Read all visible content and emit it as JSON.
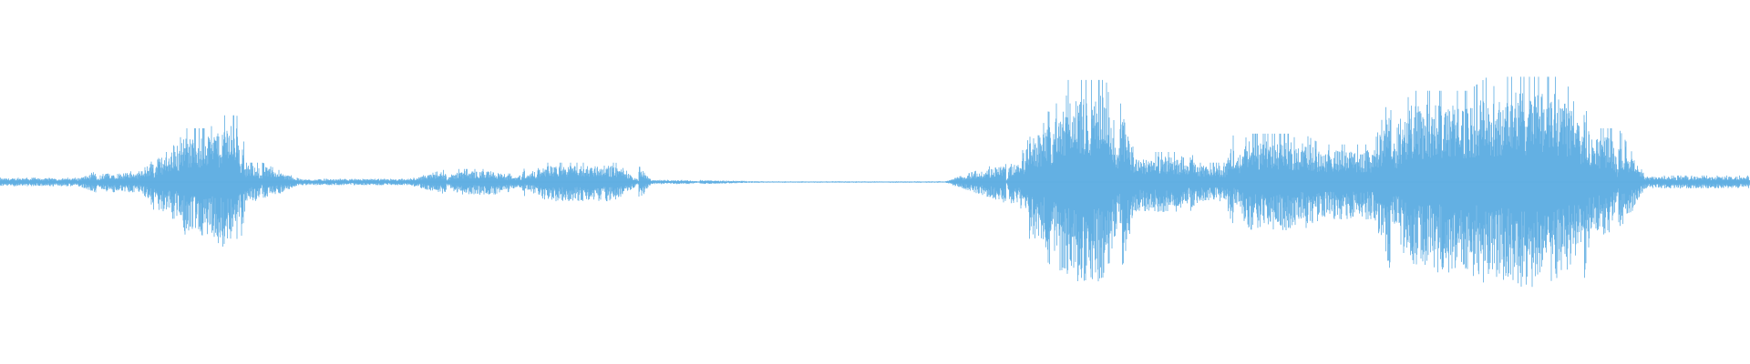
{
  "waveform": {
    "color": "#5dade2",
    "background": "#ffffff",
    "duration_fraction_segments": [
      {
        "from": 0.0,
        "to": 0.055,
        "amp": 0.04
      },
      {
        "from": 0.055,
        "to": 0.088,
        "amp": 0.1
      },
      {
        "from": 0.088,
        "to": 0.1,
        "amp": 0.28
      },
      {
        "from": 0.1,
        "to": 0.125,
        "amp": 0.5
      },
      {
        "from": 0.125,
        "to": 0.138,
        "amp": 0.62
      },
      {
        "from": 0.138,
        "to": 0.15,
        "amp": 0.18
      },
      {
        "from": 0.15,
        "to": 0.255,
        "amp": 0.03
      },
      {
        "from": 0.255,
        "to": 0.29,
        "amp": 0.12
      },
      {
        "from": 0.29,
        "to": 0.3,
        "amp": 0.06
      },
      {
        "from": 0.3,
        "to": 0.365,
        "amp": 0.18
      },
      {
        "from": 0.365,
        "to": 0.4,
        "amp": 0.02
      },
      {
        "from": 0.4,
        "to": 0.575,
        "amp": 0.006
      },
      {
        "from": 0.575,
        "to": 0.585,
        "amp": 0.2
      },
      {
        "from": 0.585,
        "to": 0.6,
        "amp": 0.55
      },
      {
        "from": 0.6,
        "to": 0.64,
        "amp": 0.95
      },
      {
        "from": 0.64,
        "to": 0.68,
        "amp": 0.28
      },
      {
        "from": 0.68,
        "to": 0.705,
        "amp": 0.18
      },
      {
        "from": 0.705,
        "to": 0.745,
        "amp": 0.45
      },
      {
        "from": 0.745,
        "to": 0.795,
        "amp": 0.35
      },
      {
        "from": 0.795,
        "to": 0.85,
        "amp": 0.85
      },
      {
        "from": 0.85,
        "to": 0.905,
        "amp": 0.98
      },
      {
        "from": 0.905,
        "to": 0.925,
        "amp": 0.5
      },
      {
        "from": 0.925,
        "to": 1.0,
        "amp": 0.06
      }
    ]
  }
}
